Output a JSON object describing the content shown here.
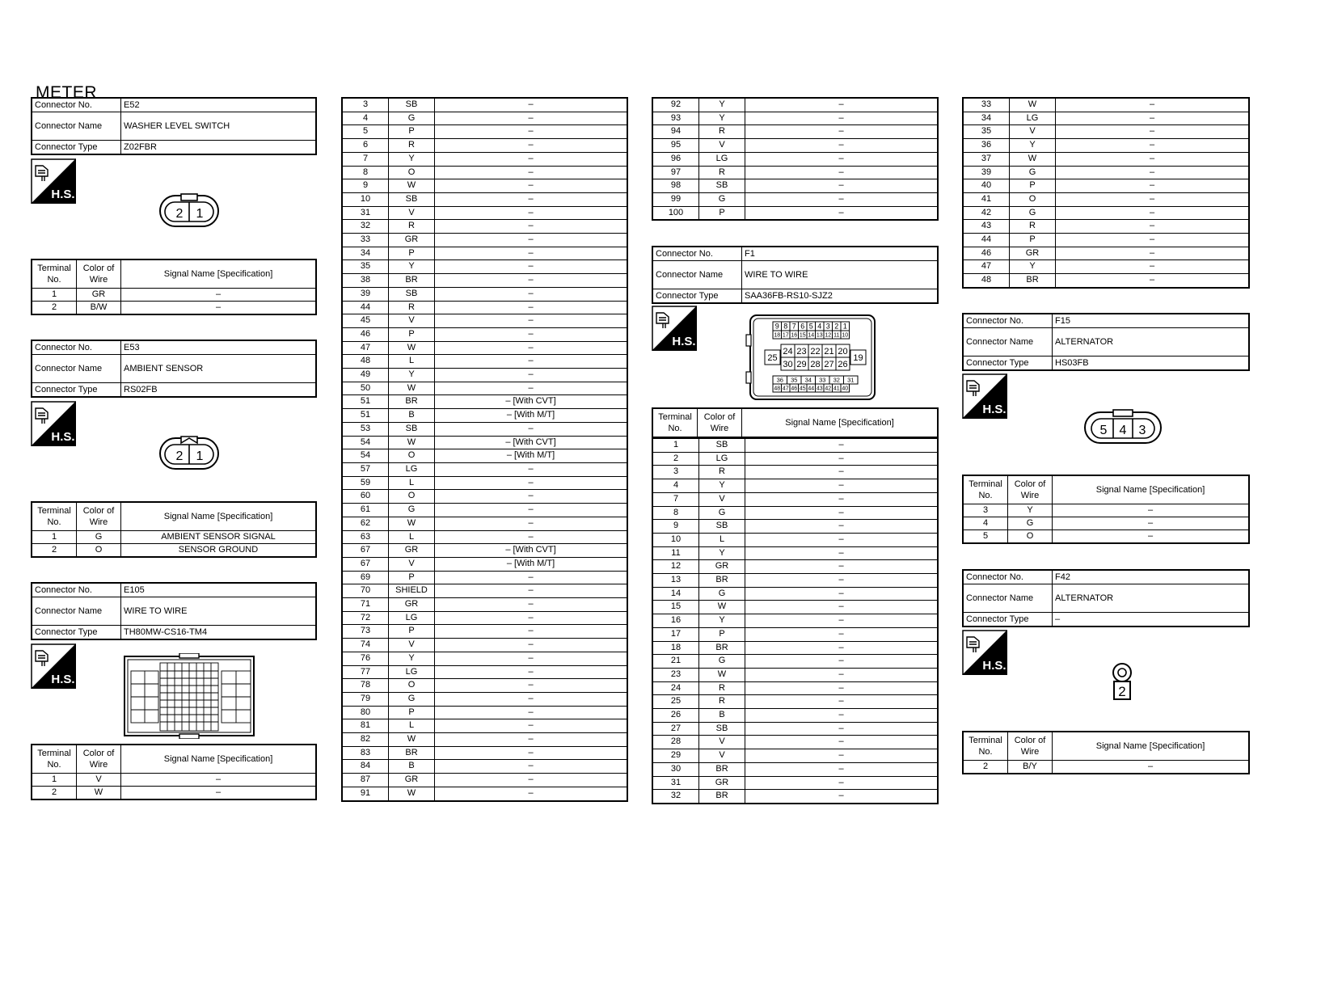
{
  "page_title": "METER",
  "headers": {
    "connector_no": "Connector No.",
    "connector_name": "Connector Name",
    "connector_type": "Connector Type",
    "terminal_no": "Terminal No.",
    "color_of_wire": "Color of Wire",
    "signal_name": "Signal Name [Specification]"
  },
  "hs_label": "H.S.",
  "connectors": {
    "e52": {
      "no": "E52",
      "name": "WASHER LEVEL SWITCH",
      "type": "Z02FBR",
      "pins": [
        "2",
        "1"
      ],
      "rows": [
        [
          "1",
          "GR",
          "–"
        ],
        [
          "2",
          "B/W",
          "–"
        ]
      ]
    },
    "e53": {
      "no": "E53",
      "name": "AMBIENT SENSOR",
      "type": "RS02FB",
      "pins": [
        "2",
        "1"
      ],
      "rows": [
        [
          "1",
          "G",
          "AMBIENT SENSOR SIGNAL"
        ],
        [
          "2",
          "O",
          "SENSOR GROUND"
        ]
      ]
    },
    "e105": {
      "no": "E105",
      "name": "WIRE TO WIRE",
      "type": "TH80MW-CS16-TM4",
      "rows": [
        [
          "1",
          "V",
          "–"
        ],
        [
          "2",
          "W",
          "–"
        ]
      ]
    },
    "f1": {
      "no": "F1",
      "name": "WIRE TO WIRE",
      "type": "SAA36FB-RS10-SJZ2",
      "pins_top": [
        "9",
        "8",
        "7",
        "6",
        "5",
        "4",
        "3",
        "2",
        "1"
      ],
      "pins_top2": [
        "18",
        "17",
        "16",
        "15",
        "14",
        "13",
        "12",
        "11",
        "10"
      ],
      "pins_mid1": [
        "24",
        "23",
        "22",
        "21",
        "20"
      ],
      "pins_mid2": [
        "30",
        "29",
        "28",
        "27",
        "26"
      ],
      "pin_left": "25",
      "pin_right": "19",
      "pins_bot1": [
        "36",
        "35",
        "34",
        "33",
        "32",
        "31"
      ],
      "pins_bot2": [
        "48",
        "47",
        "46",
        "45",
        "44",
        "43",
        "42",
        "41",
        "40"
      ]
    },
    "f15": {
      "no": "F15",
      "name": "ALTERNATOR",
      "type": "HS03FB",
      "pins": [
        "5",
        "4",
        "3"
      ],
      "rows": [
        [
          "3",
          "Y",
          "–"
        ],
        [
          "4",
          "G",
          "–"
        ],
        [
          "5",
          "O",
          "–"
        ]
      ]
    },
    "f42": {
      "no": "F42",
      "name": "ALTERNATOR",
      "type": "–",
      "pins": [
        "2"
      ],
      "rows": [
        [
          "2",
          "B/Y",
          "–"
        ]
      ]
    }
  },
  "e105_pin_table": [
    [
      "3",
      "SB",
      "–"
    ],
    [
      "4",
      "G",
      "–"
    ],
    [
      "5",
      "P",
      "–"
    ],
    [
      "6",
      "R",
      "–"
    ],
    [
      "7",
      "Y",
      "–"
    ],
    [
      "8",
      "O",
      "–"
    ],
    [
      "9",
      "W",
      "–"
    ],
    [
      "10",
      "SB",
      "–"
    ],
    [
      "31",
      "V",
      "–"
    ],
    [
      "32",
      "R",
      "–"
    ],
    [
      "33",
      "GR",
      "–"
    ],
    [
      "34",
      "P",
      "–"
    ],
    [
      "35",
      "Y",
      "–"
    ],
    [
      "38",
      "BR",
      "–"
    ],
    [
      "39",
      "SB",
      "–"
    ],
    [
      "44",
      "R",
      "–"
    ],
    [
      "45",
      "V",
      "–"
    ],
    [
      "46",
      "P",
      "–"
    ],
    [
      "47",
      "W",
      "–"
    ],
    [
      "48",
      "L",
      "–"
    ],
    [
      "49",
      "Y",
      "–"
    ],
    [
      "50",
      "W",
      "–"
    ],
    [
      "51",
      "BR",
      "– [With CVT]"
    ],
    [
      "51",
      "B",
      "– [With M/T]"
    ],
    [
      "53",
      "SB",
      "–"
    ],
    [
      "54",
      "W",
      "– [With CVT]"
    ],
    [
      "54",
      "O",
      "– [With M/T]"
    ],
    [
      "57",
      "LG",
      "–"
    ],
    [
      "59",
      "L",
      "–"
    ],
    [
      "60",
      "O",
      "–"
    ],
    [
      "61",
      "G",
      "–"
    ],
    [
      "62",
      "W",
      "–"
    ],
    [
      "63",
      "L",
      "–"
    ],
    [
      "67",
      "GR",
      "– [With CVT]"
    ],
    [
      "67",
      "V",
      "– [With M/T]"
    ],
    [
      "69",
      "P",
      "–"
    ],
    [
      "70",
      "SHIELD",
      "–"
    ],
    [
      "71",
      "GR",
      "–"
    ],
    [
      "72",
      "LG",
      "–"
    ],
    [
      "73",
      "P",
      "–"
    ],
    [
      "74",
      "V",
      "–"
    ],
    [
      "76",
      "Y",
      "–"
    ],
    [
      "77",
      "LG",
      "–"
    ],
    [
      "78",
      "O",
      "–"
    ],
    [
      "79",
      "G",
      "–"
    ],
    [
      "80",
      "P",
      "–"
    ],
    [
      "81",
      "L",
      "–"
    ],
    [
      "82",
      "W",
      "–"
    ],
    [
      "83",
      "BR",
      "–"
    ],
    [
      "84",
      "B",
      "–"
    ],
    [
      "87",
      "GR",
      "–"
    ],
    [
      "91",
      "W",
      "–"
    ]
  ],
  "e105_pin_table_cont": [
    [
      "92",
      "Y",
      "–"
    ],
    [
      "93",
      "Y",
      "–"
    ],
    [
      "94",
      "R",
      "–"
    ],
    [
      "95",
      "V",
      "–"
    ],
    [
      "96",
      "LG",
      "–"
    ],
    [
      "97",
      "R",
      "–"
    ],
    [
      "98",
      "SB",
      "–"
    ],
    [
      "99",
      "G",
      "–"
    ],
    [
      "100",
      "P",
      "–"
    ]
  ],
  "f1_pin_table": [
    [
      "1",
      "SB",
      "–"
    ],
    [
      "2",
      "LG",
      "–"
    ],
    [
      "3",
      "R",
      "–"
    ],
    [
      "4",
      "Y",
      "–"
    ],
    [
      "7",
      "V",
      "–"
    ],
    [
      "8",
      "G",
      "–"
    ],
    [
      "9",
      "SB",
      "–"
    ],
    [
      "10",
      "L",
      "–"
    ],
    [
      "11",
      "Y",
      "–"
    ],
    [
      "12",
      "GR",
      "–"
    ],
    [
      "13",
      "BR",
      "–"
    ],
    [
      "14",
      "G",
      "–"
    ],
    [
      "15",
      "W",
      "–"
    ],
    [
      "16",
      "Y",
      "–"
    ],
    [
      "17",
      "P",
      "–"
    ],
    [
      "18",
      "BR",
      "–"
    ],
    [
      "21",
      "G",
      "–"
    ],
    [
      "23",
      "W",
      "–"
    ],
    [
      "24",
      "R",
      "–"
    ],
    [
      "25",
      "R",
      "–"
    ],
    [
      "26",
      "B",
      "–"
    ],
    [
      "27",
      "SB",
      "–"
    ],
    [
      "28",
      "V",
      "–"
    ],
    [
      "29",
      "V",
      "–"
    ],
    [
      "30",
      "BR",
      "–"
    ],
    [
      "31",
      "GR",
      "–"
    ],
    [
      "32",
      "BR",
      "–"
    ]
  ],
  "f1_pin_table_cont": [
    [
      "33",
      "W",
      "–"
    ],
    [
      "34",
      "LG",
      "–"
    ],
    [
      "35",
      "V",
      "–"
    ],
    [
      "36",
      "Y",
      "–"
    ],
    [
      "37",
      "W",
      "–"
    ],
    [
      "39",
      "G",
      "–"
    ],
    [
      "40",
      "P",
      "–"
    ],
    [
      "41",
      "O",
      "–"
    ],
    [
      "42",
      "G",
      "–"
    ],
    [
      "43",
      "R",
      "–"
    ],
    [
      "44",
      "P",
      "–"
    ],
    [
      "46",
      "GR",
      "–"
    ],
    [
      "47",
      "Y",
      "–"
    ],
    [
      "48",
      "BR",
      "–"
    ]
  ]
}
